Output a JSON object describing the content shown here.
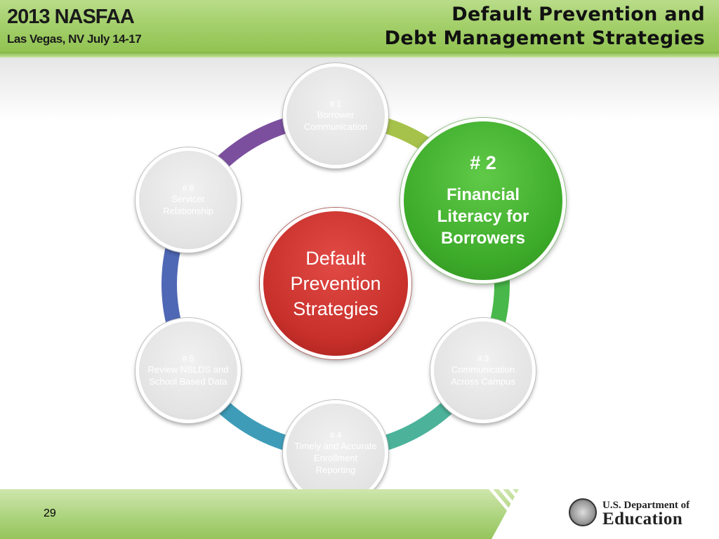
{
  "header": {
    "conference_title": "2013 NASFAA",
    "conference_location": "Las Vegas, NV July 14-17",
    "slide_title_line1": "Default Prevention and",
    "slide_title_line2": "Debt Management Strategies"
  },
  "diagram": {
    "center_label": "Default Prevention Strategies",
    "nodes": [
      {
        "number": "# 1",
        "label": "Borrower Communication",
        "highlighted": false
      },
      {
        "number": "# 2",
        "label": "Financial Literacy for Borrowers",
        "highlighted": true
      },
      {
        "number": "# 3",
        "label": "Communication Across Campus",
        "highlighted": false
      },
      {
        "number": "# 4",
        "label": "Timely and Accurate Enrollment Reporting",
        "highlighted": false
      },
      {
        "number": "# 5",
        "label": "Review NSLDS and School Based Data",
        "highlighted": false
      },
      {
        "number": "# 6",
        "label": "Servicer Relationship",
        "highlighted": false
      }
    ],
    "ring_colors": [
      "#a6c24a",
      "#49b84a",
      "#4cb39a",
      "#3e9cb8",
      "#4f68b5",
      "#7b4f9e"
    ]
  },
  "footer": {
    "page_number": "29",
    "logo_line1": "U.S. Department of",
    "logo_line2": "Education"
  }
}
